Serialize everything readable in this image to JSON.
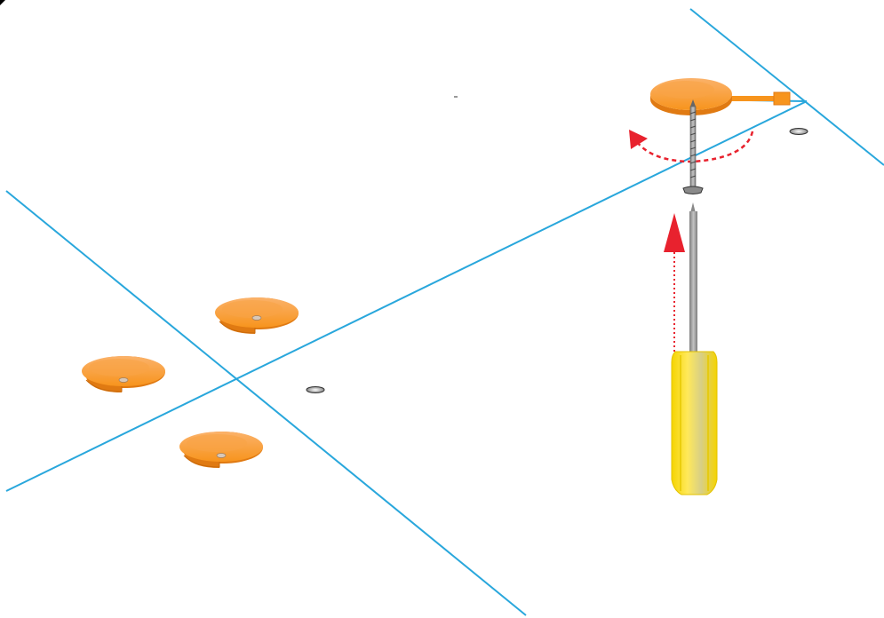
{
  "diagram": {
    "kind": "installation-illustration",
    "colors": {
      "guide_line": "#29a7dc",
      "clip": "#f7941d",
      "clip_dark": "#e07a12",
      "clip_light": "#fbb26a",
      "screw": "#808080",
      "screwdriver_shaft": "#9e9e9e",
      "screwdriver_handle": "#f5d400",
      "arrow": "#e8222e",
      "hole": "#7a7a7a"
    },
    "elements": {
      "guide_lines": 4,
      "clips_on_floor": 3,
      "clip_being_rotated": 1,
      "screw_holes": 2,
      "screw": 1,
      "screwdriver": 1,
      "rotation_arrow": 1,
      "insert_arrow": 1
    }
  }
}
